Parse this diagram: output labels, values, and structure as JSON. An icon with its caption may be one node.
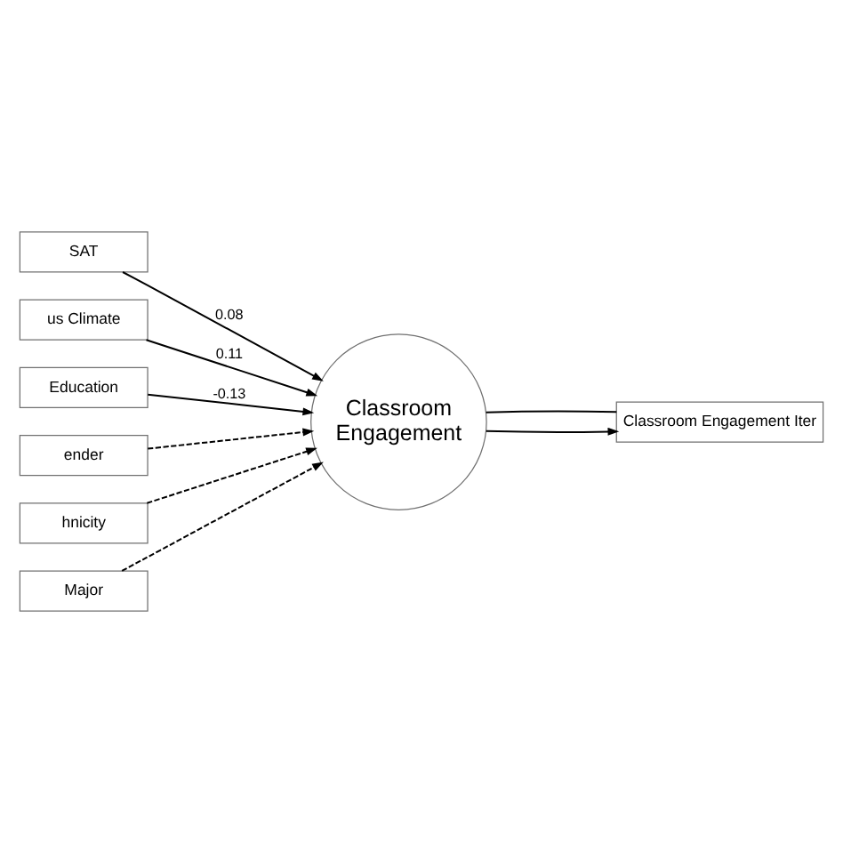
{
  "diagram": {
    "nodes": [
      {
        "text": [
          "SAT"
        ]
      },
      {
        "text": [
          "us Climate"
        ]
      },
      {
        "text": [
          "Education"
        ]
      },
      {
        "text": [
          "ender"
        ]
      },
      {
        "text": [
          "hnicity"
        ]
      },
      {
        "text": [
          "Major"
        ]
      },
      {
        "text": [
          "Classroom Engagement"
        ]
      },
      {
        "text": [
          "Classroom Engagement Iter"
        ]
      }
    ],
    "edges": [
      {
        "from": 0,
        "to": 6,
        "arrow": "to",
        "label": "0.08"
      },
      {
        "from": 1,
        "to": 6,
        "arrow": "to",
        "label": "0.11"
      },
      {
        "from": 2,
        "to": 6,
        "arrow": "to",
        "label": "-0.13"
      },
      {
        "from": 3,
        "to": 6,
        "arrow": "to",
        "style": "dashed"
      },
      {
        "from": 4,
        "to": 6,
        "arrow": "to",
        "style": "dashed"
      },
      {
        "from": 5,
        "to": 6,
        "arrow": "to",
        "style": "dashed"
      },
      {
        "from": 6,
        "to": 7,
        "arrow": "to"
      },
      {
        "from": 6,
        "to": 7,
        "arrow": "none"
      }
    ]
  }
}
